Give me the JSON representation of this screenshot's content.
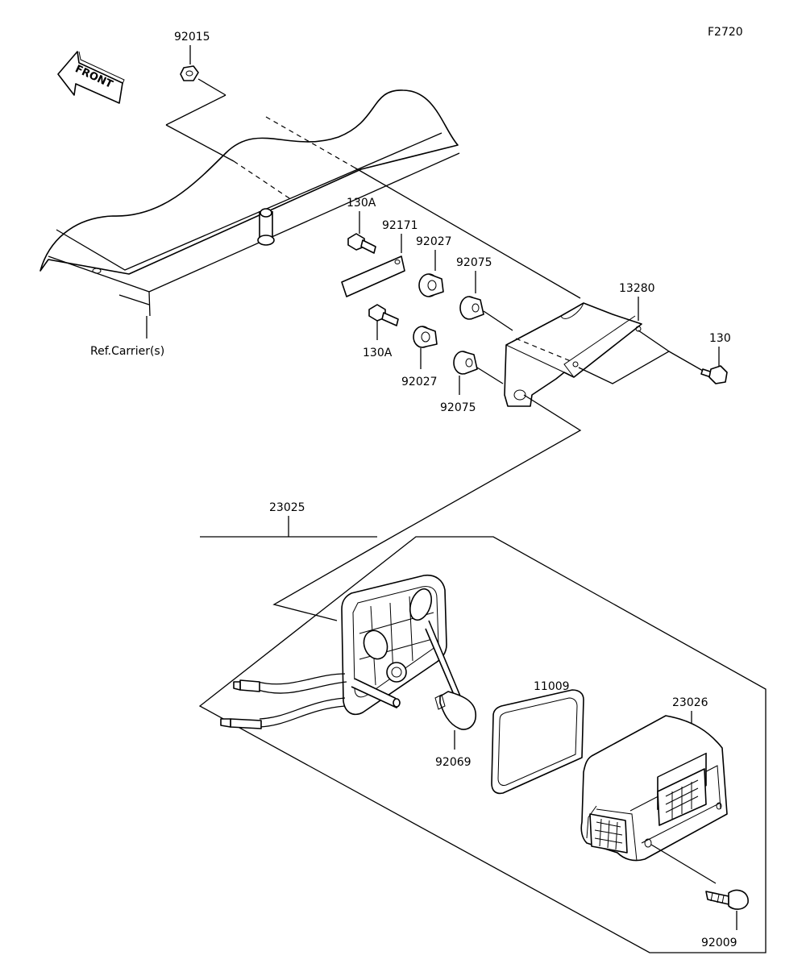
{
  "figure_code": "F2720",
  "front_label": "FRONT",
  "ref_label": "Ref.Carrier(s)",
  "parts": {
    "p92015": "92015",
    "p130A_1": "130A",
    "p130A_2": "130A",
    "p92171": "92171",
    "p92027_1": "92027",
    "p92027_2": "92027",
    "p92075_1": "92075",
    "p92075_2": "92075",
    "p13280": "13280",
    "p130": "130",
    "p23025": "23025",
    "p11009": "11009",
    "p23026": "23026",
    "p92069": "92069",
    "p92009": "92009"
  }
}
